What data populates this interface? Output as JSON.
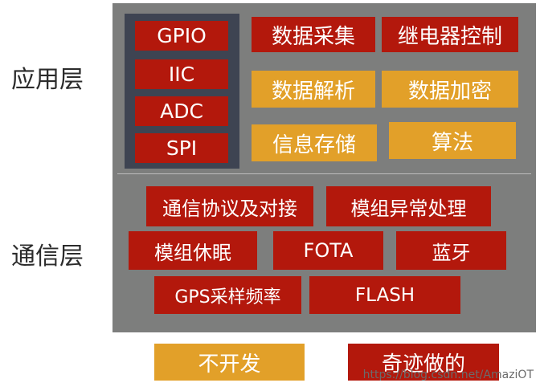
{
  "layers": {
    "app_label": "应用层",
    "comm_label": "通信层"
  },
  "hardware": [
    "GPIO",
    "IIC",
    "ADC",
    "SPI"
  ],
  "app_blocks": [
    "数据采集",
    "继电器控制",
    "数据解析",
    "数据加密",
    "信息存储",
    "算法"
  ],
  "comm_blocks": [
    "通信协议及对接",
    "模组异常处理",
    "模组休眠",
    "FOTA",
    "蓝牙",
    "GPS采样频率",
    "FLASH"
  ],
  "legend": {
    "not_developed": "不开发",
    "miracle": "奇迹做的"
  },
  "watermark": "https://blog.csdn.net/AmaziOT",
  "colors": {
    "red": "#b3180c",
    "orange": "#e2a029",
    "panel": "#7d7e7d",
    "hardware_box": "#3e4452"
  }
}
